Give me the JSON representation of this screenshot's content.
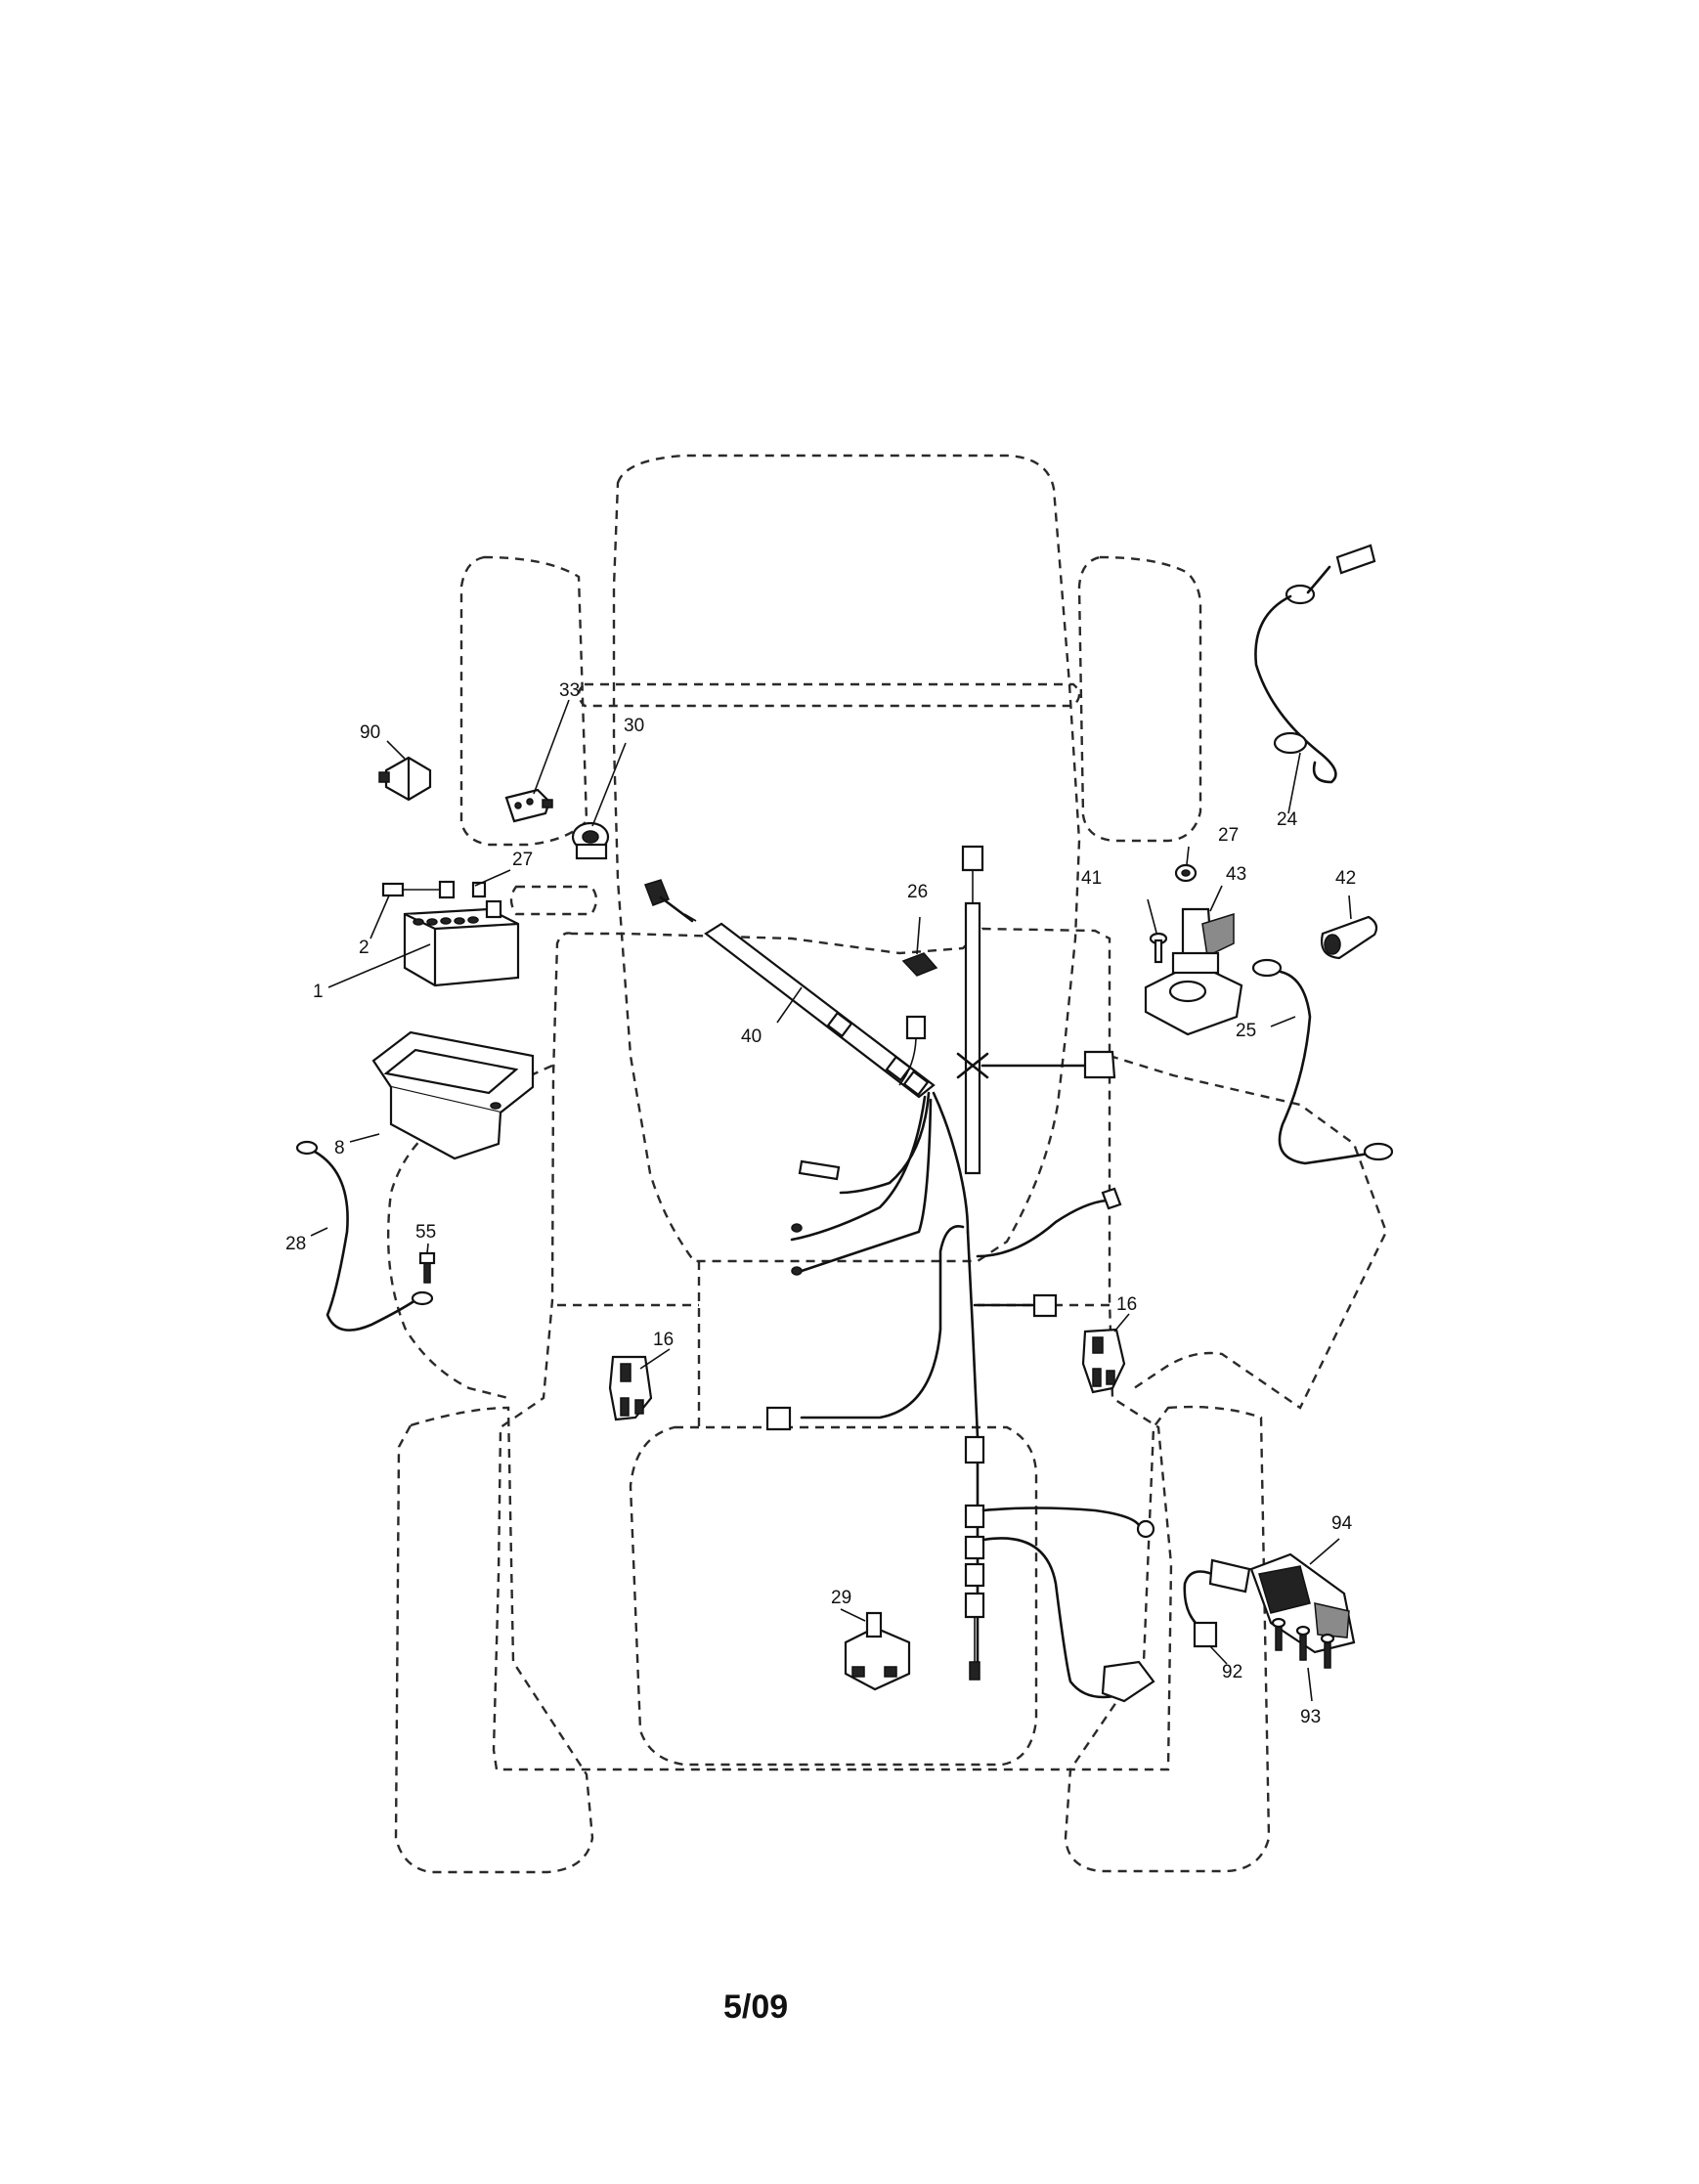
{
  "callouts": [
    {
      "id": "label-90",
      "text": "90"
    },
    {
      "id": "label-33",
      "text": "33"
    },
    {
      "id": "label-30",
      "text": "30"
    },
    {
      "id": "label-27a",
      "text": "27"
    },
    {
      "id": "label-2",
      "text": "2"
    },
    {
      "id": "label-1",
      "text": "1"
    },
    {
      "id": "label-8",
      "text": "8"
    },
    {
      "id": "label-28",
      "text": "28"
    },
    {
      "id": "label-55",
      "text": "55"
    },
    {
      "id": "label-40",
      "text": "40"
    },
    {
      "id": "label-26",
      "text": "26"
    },
    {
      "id": "label-16a",
      "text": "16"
    },
    {
      "id": "label-16b",
      "text": "16"
    },
    {
      "id": "label-24",
      "text": "24"
    },
    {
      "id": "label-27b",
      "text": "27"
    },
    {
      "id": "label-41",
      "text": "41"
    },
    {
      "id": "label-43",
      "text": "43"
    },
    {
      "id": "label-42",
      "text": "42"
    },
    {
      "id": "label-25",
      "text": "25"
    },
    {
      "id": "label-29",
      "text": "29"
    },
    {
      "id": "label-94",
      "text": "94"
    },
    {
      "id": "label-92",
      "text": "92"
    },
    {
      "id": "label-93",
      "text": "93"
    }
  ],
  "footer": {
    "date_code": "5/09"
  }
}
